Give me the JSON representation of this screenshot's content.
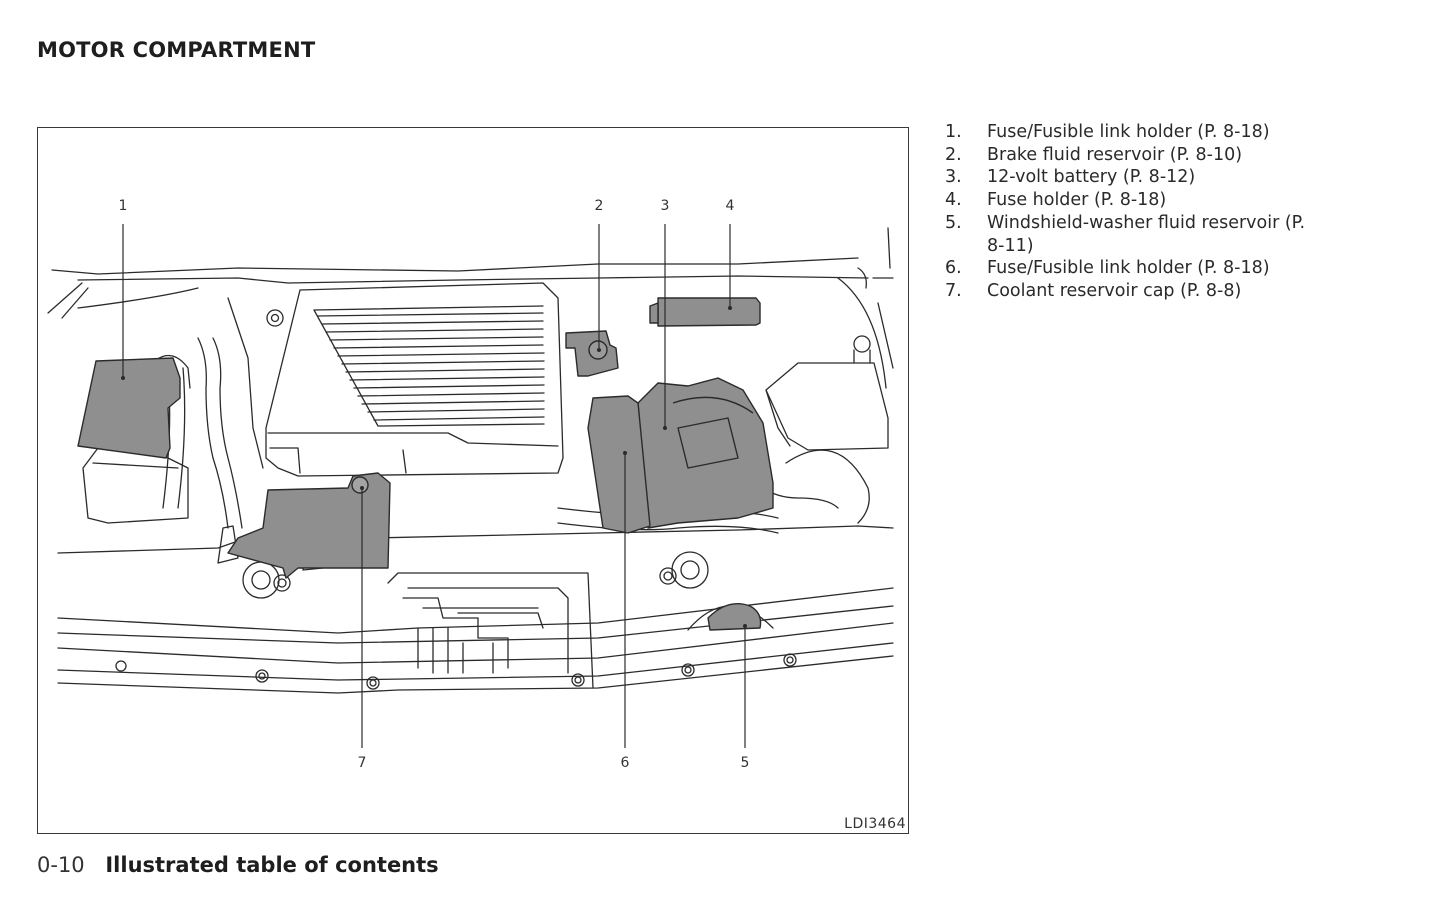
{
  "page": {
    "section_title": "MOTOR COMPARTMENT",
    "figure_code": "LDI3464",
    "footer": {
      "page_number": "0-10",
      "chapter_title": "Illustrated table of contents"
    }
  },
  "callouts": [
    "1",
    "2",
    "3",
    "4",
    "5",
    "6",
    "7"
  ],
  "legend": [
    {
      "num": "1.",
      "text": "Fuse/Fusible link holder (P. 8-18)"
    },
    {
      "num": "2.",
      "text": "Brake fluid reservoir (P. 8-10)"
    },
    {
      "num": "3.",
      "text": "12-volt battery (P. 8-12)"
    },
    {
      "num": "4.",
      "text": "Fuse holder (P. 8-18)"
    },
    {
      "num": "5.",
      "text": "Windshield-washer fluid reservoir (P. 8-11)"
    },
    {
      "num": "6.",
      "text": "Fuse/Fusible link holder (P. 8-18)"
    },
    {
      "num": "7.",
      "text": "Coolant reservoir cap (P. 8-8)"
    }
  ],
  "colors": {
    "highlight_fill": "#8f8f8f",
    "line": "#2b2b2b",
    "text": "#231f20"
  }
}
